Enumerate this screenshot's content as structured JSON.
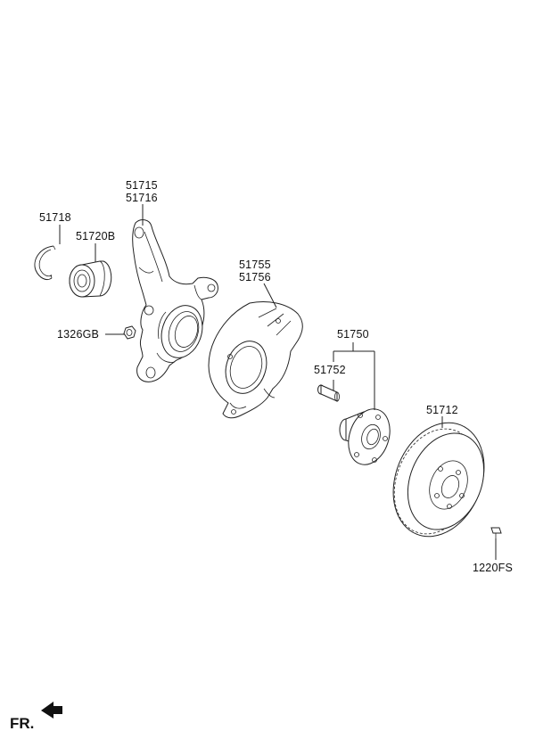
{
  "labels": {
    "p51715": "51715",
    "p51716": "51716",
    "p51718": "51718",
    "p51720b": "51720B",
    "p1326gb": "1326GB",
    "p51755": "51755",
    "p51756": "51756",
    "p51750": "51750",
    "p51752": "51752",
    "p51712": "51712",
    "p1220fs": "1220FS"
  },
  "orientation": {
    "label": "FR.",
    "arrow_icon": "arrow-left-icon"
  }
}
